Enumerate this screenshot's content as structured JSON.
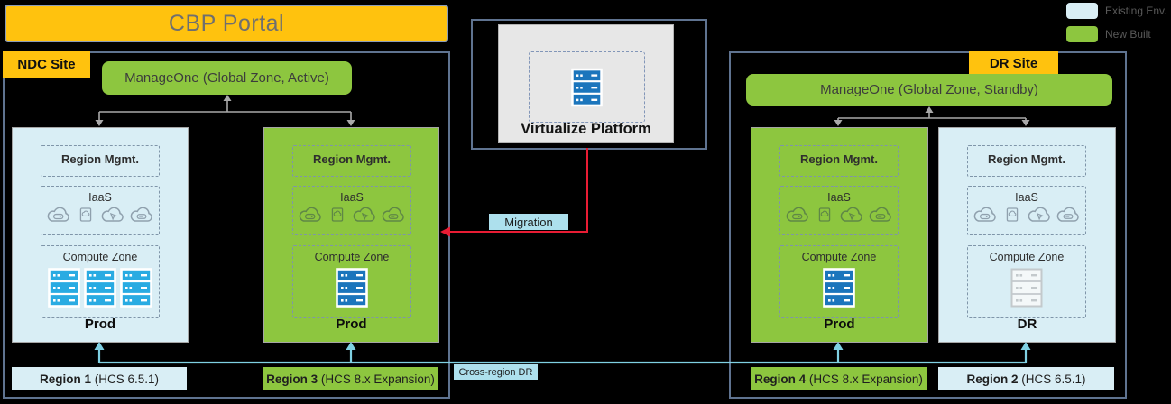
{
  "portal": {
    "title": "CBP Portal"
  },
  "legend": {
    "items": [
      {
        "label": "Existing Env.",
        "color": "#d9eef5"
      },
      {
        "label": "New Built",
        "color": "#8dc63f"
      }
    ]
  },
  "virtualize": {
    "title": "Virtualize Platform"
  },
  "flows": {
    "migration_label": "Migration",
    "cross_region_dr_label": "Cross-region DR"
  },
  "ndc_site": {
    "label": "NDC Site",
    "manageone_label": "ManageOne (Global Zone, Active)",
    "regions": [
      {
        "name": "Region 1",
        "version": "(HCS 6.5.1)",
        "mgmt_label": "Region Mgmt.",
        "iaas_label": "IaaS",
        "compute_label": "Compute Zone",
        "role": "Prod",
        "env": "existing",
        "server_count": 3
      },
      {
        "name": "Region 3",
        "version": "(HCS 8.x Expansion)",
        "mgmt_label": "Region Mgmt.",
        "iaas_label": "IaaS",
        "compute_label": "Compute Zone",
        "role": "Prod",
        "env": "new",
        "server_count": 1
      }
    ]
  },
  "dr_site": {
    "label": "DR Site",
    "manageone_label": "ManageOne (Global Zone, Standby)",
    "regions": [
      {
        "name": "Region 4",
        "version": "(HCS 8.x Expansion)",
        "mgmt_label": "Region Mgmt.",
        "iaas_label": "IaaS",
        "compute_label": "Compute Zone",
        "role": "Prod",
        "env": "new",
        "server_count": 1
      },
      {
        "name": "Region 2",
        "version": "(HCS 6.5.1)",
        "mgmt_label": "Region Mgmt.",
        "iaas_label": "IaaS",
        "compute_label": "Compute Zone",
        "role": "DR",
        "env": "existing",
        "server_count": 1
      }
    ]
  },
  "colors": {
    "existing_env": "#d9eef5",
    "new_built": "#8dc63f",
    "site_tag_yellow": "#ffc20e",
    "portal_yellow": "#ffc20e",
    "server_cyan": "#29abe2",
    "server_blue": "#1b75bc",
    "migration_red": "#e81c34",
    "cross_region_cyan": "#7fd0e2",
    "connector_gray": "#a9a9a9",
    "site_border": "#5f7390"
  }
}
